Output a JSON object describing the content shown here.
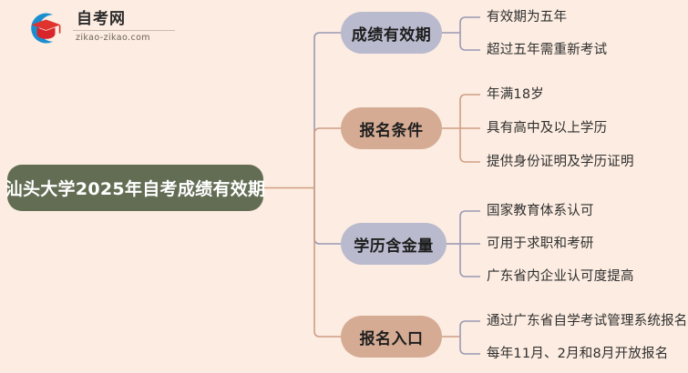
{
  "watermark": {
    "brand_name": "自考网",
    "url": "zikao-zikao.com",
    "mark_icon": "graduation-cap-icon"
  },
  "mindmap": {
    "root": {
      "label": "汕头大学2025年自考成绩有效期",
      "color": "#636d54",
      "text_color": "#ffffff"
    },
    "branches": [
      {
        "label": "成绩有效期",
        "color": "#b9bacd",
        "link_color": "#9a9ab5",
        "children": [
          {
            "label": "有效期为五年"
          },
          {
            "label": "超过五年需重新考试"
          }
        ]
      },
      {
        "label": "报名条件",
        "color": "#d5ab94",
        "link_color": "#cf9f86",
        "children": [
          {
            "label": "年满18岁"
          },
          {
            "label": "具有高中及以上学历"
          },
          {
            "label": "提供身份证明及学历证明"
          }
        ]
      },
      {
        "label": "学历含金量",
        "color": "#b9bacd",
        "link_color": "#9a9ab5",
        "children": [
          {
            "label": "国家教育体系认可"
          },
          {
            "label": "可用于求职和考研"
          },
          {
            "label": "广东省内企业认可度提高"
          }
        ]
      },
      {
        "label": "报名入口",
        "color": "#d5ab94",
        "link_color": "#cf9f86",
        "children": [
          {
            "label": "通过广东省自学考试管理系统报名"
          },
          {
            "label": "每年11月、2月和8月开放报名"
          }
        ]
      }
    ]
  },
  "canvas": {
    "background": "#fcece1",
    "trunk_color": "#cf9f86"
  }
}
